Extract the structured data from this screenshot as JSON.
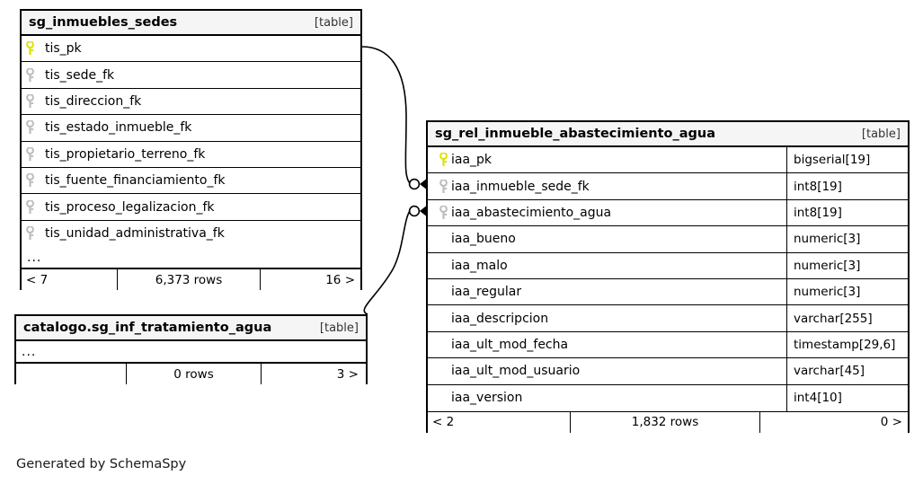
{
  "diagram": {
    "credit": "Generated by SchemaSpy",
    "kind_label": "[table]",
    "ellipsis": "...",
    "pk_icon": "key-icon-primary",
    "fk_icon": "key-icon-foreign",
    "pk_color": "#e8e800",
    "fk_color": "#bdbdbd",
    "header_bg": "#f5f5f5",
    "border_color": "#000000"
  },
  "tables": {
    "inmuebles_sedes": {
      "name": "sg_inmuebles_sedes",
      "kind": "[table]",
      "columns": [
        {
          "name": "tis_pk",
          "key": "pk"
        },
        {
          "name": "tis_sede_fk",
          "key": "fk"
        },
        {
          "name": "tis_direccion_fk",
          "key": "fk"
        },
        {
          "name": "tis_estado_inmueble_fk",
          "key": "fk"
        },
        {
          "name": "tis_propietario_terreno_fk",
          "key": "fk"
        },
        {
          "name": "tis_fuente_financiamiento_fk",
          "key": "fk"
        },
        {
          "name": "tis_proceso_legalizacion_fk",
          "key": "fk"
        },
        {
          "name": "tis_unidad_administrativa_fk",
          "key": "fk"
        }
      ],
      "more_indicator": "...",
      "footer": {
        "left": "< 7",
        "middle": "6,373 rows",
        "right": "16 >"
      }
    },
    "inf_tratamiento_agua": {
      "name": "catalogo.sg_inf_tratamiento_agua",
      "kind": "[table]",
      "columns": [],
      "more_indicator": "...",
      "footer": {
        "left": "",
        "middle": "0 rows",
        "right": "3 >"
      }
    },
    "rel_inmueble_abastecimiento_agua": {
      "name": "sg_rel_inmueble_abastecimiento_agua",
      "kind": "[table]",
      "columns": [
        {
          "name": "iaa_pk",
          "type": "bigserial[19]",
          "key": "pk"
        },
        {
          "name": "iaa_inmueble_sede_fk",
          "type": "int8[19]",
          "key": "fk"
        },
        {
          "name": "iaa_abastecimiento_agua",
          "type": "int8[19]",
          "key": "fk"
        },
        {
          "name": "iaa_bueno",
          "type": "numeric[3]",
          "key": "none"
        },
        {
          "name": "iaa_malo",
          "type": "numeric[3]",
          "key": "none"
        },
        {
          "name": "iaa_regular",
          "type": "numeric[3]",
          "key": "none"
        },
        {
          "name": "iaa_descripcion",
          "type": "varchar[255]",
          "key": "none"
        },
        {
          "name": "iaa_ult_mod_fecha",
          "type": "timestamp[29,6]",
          "key": "none"
        },
        {
          "name": "iaa_ult_mod_usuario",
          "type": "varchar[45]",
          "key": "none"
        },
        {
          "name": "iaa_version",
          "type": "int4[10]",
          "key": "none"
        }
      ],
      "footer": {
        "left": "< 2",
        "middle": "1,832 rows",
        "right": "0 >"
      }
    }
  },
  "relationships": [
    {
      "name": "inmuebles-sedes-to-abastecimiento",
      "from_table": "sg_inmuebles_sedes",
      "from_column": "tis_pk",
      "to_table": "sg_rel_inmueble_abastecimiento_agua",
      "to_column": "iaa_inmueble_sede_fk",
      "cardinality": "zero-or-many"
    },
    {
      "name": "tratamiento-agua-to-abastecimiento",
      "from_table": "catalogo.sg_inf_tratamiento_agua",
      "to_table": "sg_rel_inmueble_abastecimiento_agua",
      "to_column": "iaa_abastecimiento_agua",
      "cardinality": "zero-or-many"
    }
  ]
}
